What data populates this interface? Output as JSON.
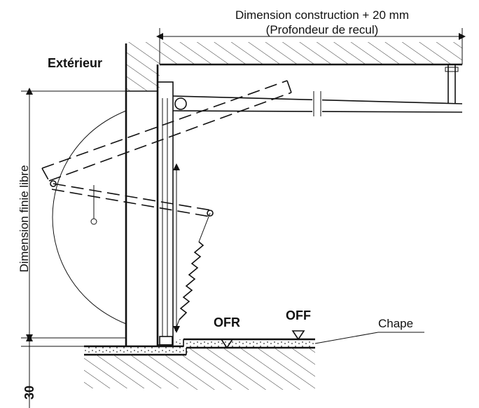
{
  "labels": {
    "construction_line1": "Dimension construction + 20 mm",
    "construction_line2": "(Profondeur de recul)",
    "exterior": "Extérieur",
    "finished_height": "Dimension finie libre",
    "bottom_dim": "30",
    "ofr": "OFR",
    "off": "OFF",
    "screed": "Chape"
  },
  "colors": {
    "line": "#111111",
    "background": "#ffffff"
  }
}
